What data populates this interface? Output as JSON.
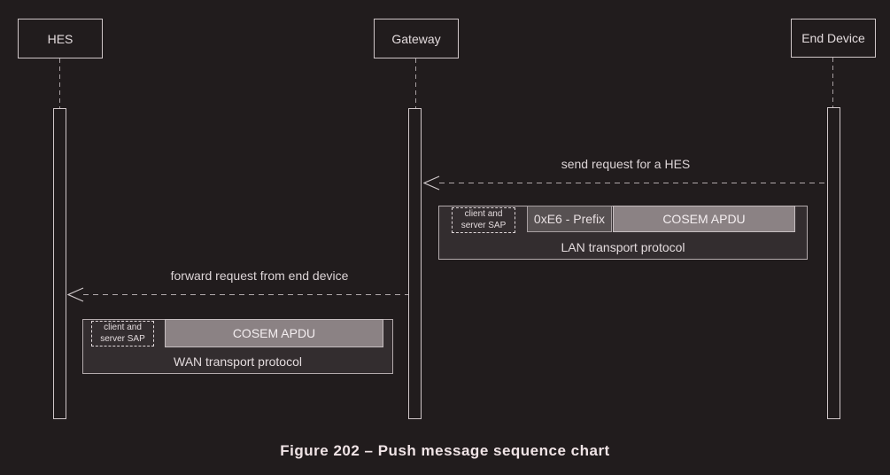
{
  "figure": {
    "type": "sequence-diagram",
    "caption": "Figure 202 – Push message sequence chart"
  },
  "colors": {
    "background": "#211c1d",
    "line": "#b0a8aa",
    "box_border": "#cfc6c8",
    "group_fill": "#332d2f",
    "group_border": "#b3aaac",
    "apdu_fill": "#8b8284",
    "prefix_fill": "#575152",
    "text": "#e3dbdd",
    "caption_text": "#f0e4e6"
  },
  "actors": [
    {
      "label": "HES"
    },
    {
      "label": "Gateway"
    },
    {
      "label": "End Device"
    }
  ],
  "messages": [
    {
      "label": "send request for a HES",
      "from": "End Device",
      "to": "Gateway"
    },
    {
      "label": "forward request from end device",
      "from": "Gateway",
      "to": "HES"
    }
  ],
  "pdu_groups": [
    {
      "sap": "client and server SAP",
      "prefix": "0xE6 - Prefix",
      "apdu": "COSEM APDU",
      "protocol": "LAN transport protocol"
    },
    {
      "sap": "client and server SAP",
      "apdu": "COSEM APDU",
      "protocol": "WAN transport protocol"
    }
  ]
}
